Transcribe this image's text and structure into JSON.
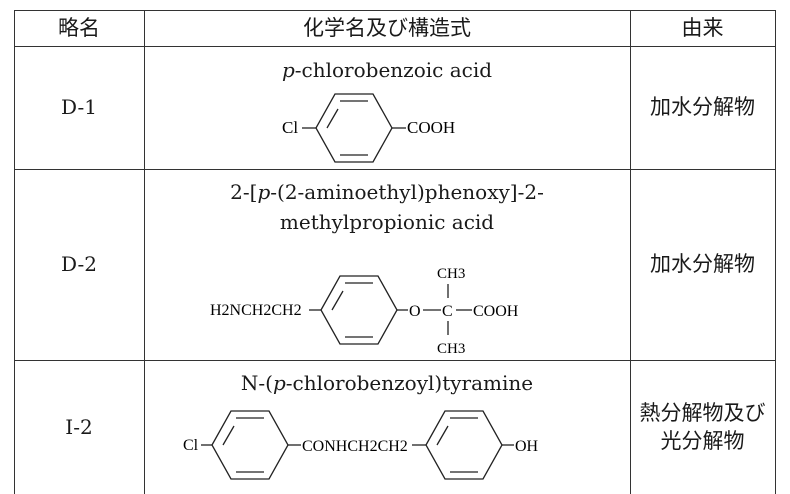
{
  "header": {
    "abbr": "略名",
    "chem": "化学名及び構造式",
    "origin": "由来"
  },
  "rows": [
    {
      "abbr": "D-1",
      "name_pre": "p",
      "name_post": "-chlorobenzoic acid",
      "struct": {
        "left_group": "Cl",
        "right_group": "COOH"
      },
      "origin": "加水分解物"
    },
    {
      "abbr": "D-2",
      "name_line1_a": "2-[",
      "name_line1_p": "p",
      "name_line1_b": "-(2-aminoethyl)phenoxy]-2-",
      "name_line2": "methylpropionic acid",
      "struct": {
        "left_group": "H2NCH2CH2",
        "o_group": "O",
        "c_group": "C",
        "top_group": "CH3",
        "bottom_group": "CH3",
        "right_group": "COOH"
      },
      "origin": "加水分解物"
    },
    {
      "abbr": "I-2",
      "name_a": "N-(",
      "name_p": "p",
      "name_b": "-chlorobenzoyl)tyramine",
      "struct": {
        "left_group": "Cl",
        "middle_group": "CONHCH2CH2",
        "right_group": "OH"
      },
      "origin_line1": "熱分解物及び",
      "origin_line2": "光分解物"
    }
  ]
}
